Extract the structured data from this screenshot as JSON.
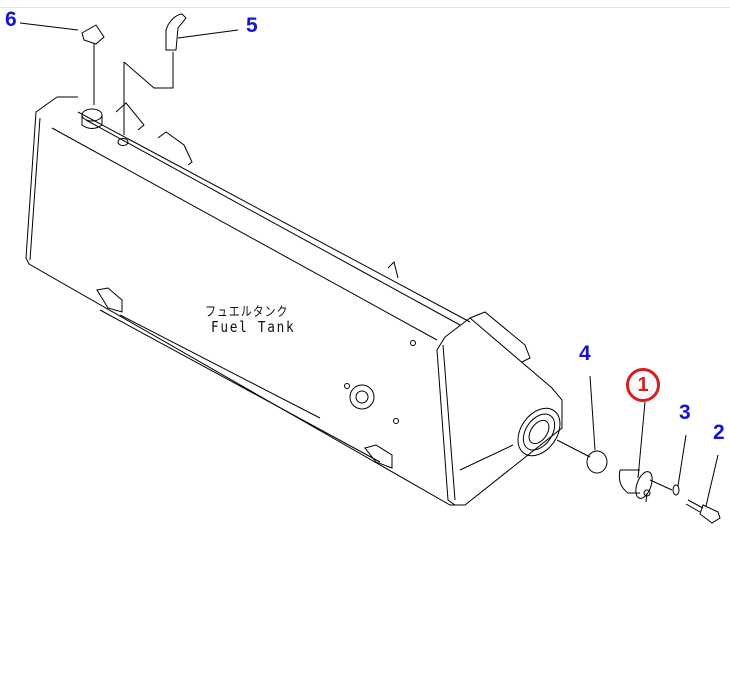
{
  "diagram": {
    "title_jp": "フュエルタンク",
    "title_en": "Fuel Tank",
    "callouts": [
      {
        "number": "1",
        "highlighted": true
      },
      {
        "number": "2",
        "highlighted": false
      },
      {
        "number": "3",
        "highlighted": false
      },
      {
        "number": "4",
        "highlighted": false
      },
      {
        "number": "5",
        "highlighted": false
      },
      {
        "number": "6",
        "highlighted": false
      }
    ],
    "colors": {
      "callout": "#1414d2",
      "highlight": "#d81e1e",
      "line": "#000000"
    }
  }
}
